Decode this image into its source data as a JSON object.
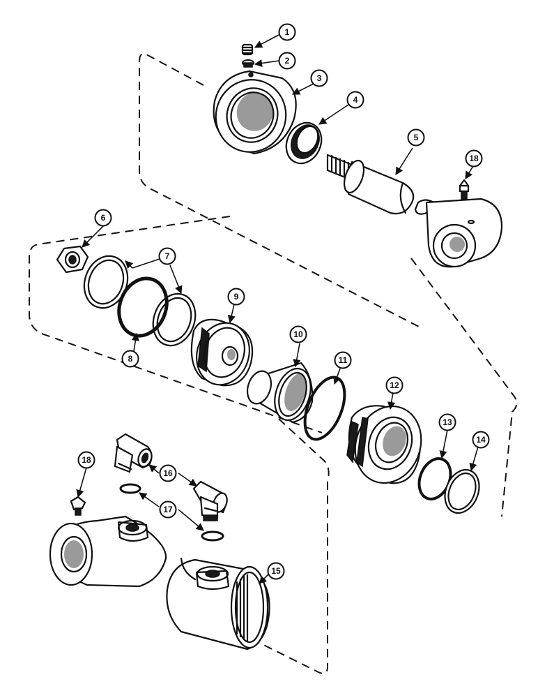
{
  "callouts": [
    "1",
    "2",
    "3",
    "4",
    "5",
    "6",
    "7",
    "8",
    "9",
    "10",
    "11",
    "12",
    "13",
    "14",
    "15",
    "16",
    "17",
    "18"
  ],
  "parts": [
    "set-screw",
    "plug",
    "gland",
    "wiper-seal",
    "piston-rod",
    "nut",
    "backup-rings",
    "o-ring",
    "piston",
    "spacer",
    "o-ring",
    "gland-body",
    "o-ring",
    "backup-ring",
    "barrel",
    "elbow-fitting",
    "o-ring",
    "grease-fitting"
  ],
  "colors": {
    "ink": "#111111",
    "paper": "#ffffff"
  }
}
